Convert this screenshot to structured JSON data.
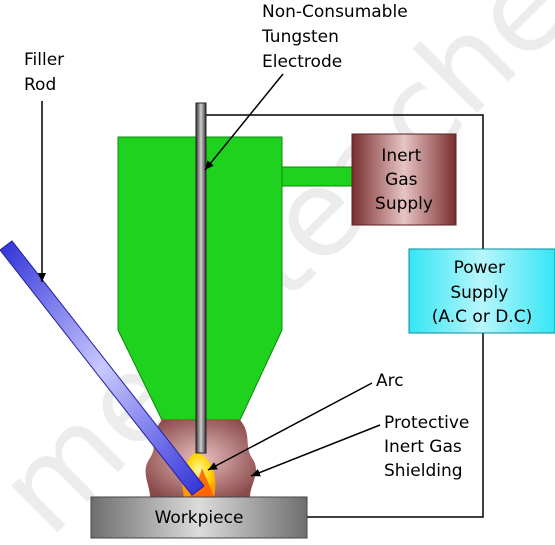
{
  "labels": {
    "electrode": [
      "Non-Consumable",
      "Tungsten",
      "Electrode"
    ],
    "filler_rod": [
      "Filler",
      "Rod"
    ],
    "inert_gas_supply": [
      "Inert",
      "Gas",
      "Supply"
    ],
    "power_supply": [
      "Power",
      "Supply",
      "(A.C or D.C)"
    ],
    "arc": "Arc",
    "shielding": [
      "Protective",
      "Inert Gas",
      "Shielding"
    ],
    "workpiece": "Workpiece"
  },
  "watermark": "mechteacher.com",
  "colors": {
    "torch": "#1ed21e",
    "gas_supply": "#8b3a3a",
    "power_supply": "#33e6f5",
    "filler_rod": "#4444ee",
    "workpiece": "#9a9a9a",
    "shielding": "#b77a7a",
    "arc": "#ffd700"
  }
}
